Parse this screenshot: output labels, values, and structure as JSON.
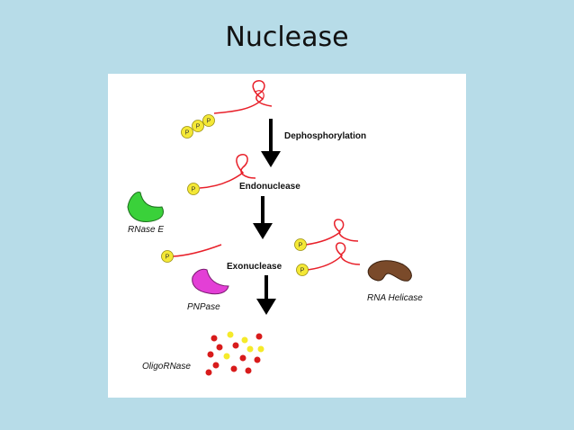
{
  "title": "Nuclease",
  "diagram": {
    "phosphate_label": "P",
    "steps": {
      "dephosphorylation": "Dephosphorylation",
      "endonuclease": "Endonuclease",
      "exonuclease": "Exonuclease"
    },
    "enzymes": {
      "rnase_e": "RNase E",
      "pnpase": "PNPase",
      "rna_helicase": "RNA Helicase",
      "oligo_rnase": "OligoRNase"
    },
    "colors": {
      "rna_strand": "#e8202a",
      "phosphate": "#f4e836",
      "arrow": "#000000",
      "rnase_e": "#3ad13a",
      "pnpase": "#e33fd6",
      "rna_helicase": "#7a4a2a",
      "fragment_red": "#d81b1b",
      "fragment_yellow": "#f5ea2a"
    }
  }
}
